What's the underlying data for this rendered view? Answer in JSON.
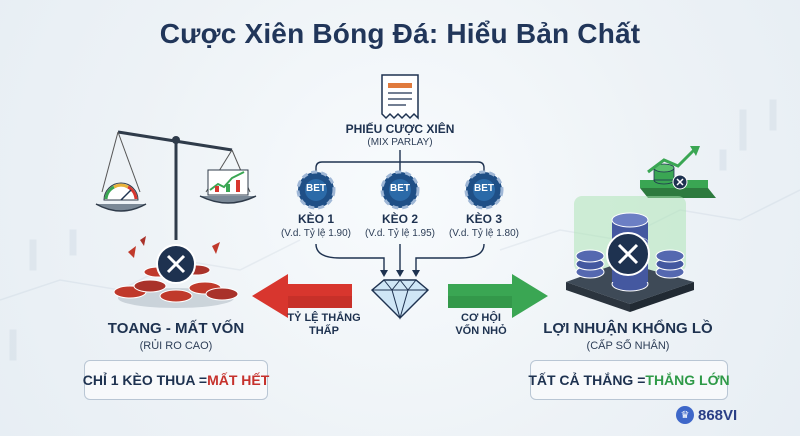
{
  "title": "Cược Xiên Bóng Đá: Hiểu Bản Chất",
  "ticket": {
    "label": "PHIẾU CƯỢC XIÊN",
    "sub": "(MIX PARLAY)"
  },
  "chip_label": "BET",
  "keos": [
    {
      "label": "KÈO 1",
      "odds": "(V.d. Tỷ lệ 1.90)"
    },
    {
      "label": "KÈO 2",
      "odds": "(V.d. Tỷ lệ 1.95)"
    },
    {
      "label": "KÈO 3",
      "odds": "(V.d. Tỷ lệ 1.80)"
    }
  ],
  "left_arrow": {
    "line1": "TỶ LỆ THẮNG",
    "line2": "THẤP"
  },
  "right_arrow": {
    "line1": "CƠ HỘI",
    "line2": "VỐN NHỎ"
  },
  "loss": {
    "title": "TOANG - MẤT VỐN",
    "sub": "(RỦI RO CAO)",
    "box_prefix": "CHỈ 1 KÈO THUA =",
    "box_highlight": "MẤT HẾT"
  },
  "win": {
    "title": "LỢI NHUẬN KHỔNG LỒ",
    "sub": "(CẤP SỐ NHÂN)",
    "box_prefix": "TẤT CẢ THẮNG =",
    "box_highlight": "THẮNG LỚN"
  },
  "brand": "868VI",
  "colors": {
    "navy": "#1e3250",
    "red": "#c6312c",
    "green": "#2f9a48",
    "chip": "#1f4f86"
  }
}
